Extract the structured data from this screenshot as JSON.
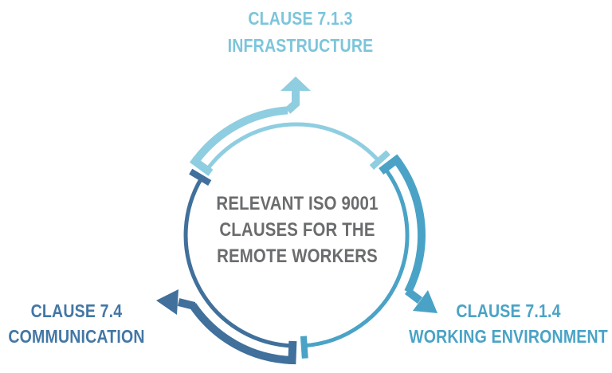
{
  "diagram": {
    "background": "#FFFFFF",
    "center": {
      "lines": [
        "RELEVANT ISO 9001",
        "CLAUSES FOR THE",
        "REMOTE WORKERS"
      ],
      "color": "#6B6C6E"
    },
    "nodes": [
      {
        "position": "top",
        "clause": "CLAUSE 7.1.3",
        "name": "INFRASTRUCTURE",
        "label_color": "#7CC5DB",
        "arrow_color": "#8FCEE1"
      },
      {
        "position": "bottom-right",
        "clause": "CLAUSE 7.1.4",
        "name": "WORKING ENVIRONMENT",
        "label_color": "#4AA3C6",
        "arrow_color": "#4AA3C6"
      },
      {
        "position": "bottom-left",
        "clause": "CLAUSE 7.4",
        "name": "COMMUNICATION",
        "label_color": "#4377A5",
        "arrow_color": "#40709B"
      }
    ]
  }
}
